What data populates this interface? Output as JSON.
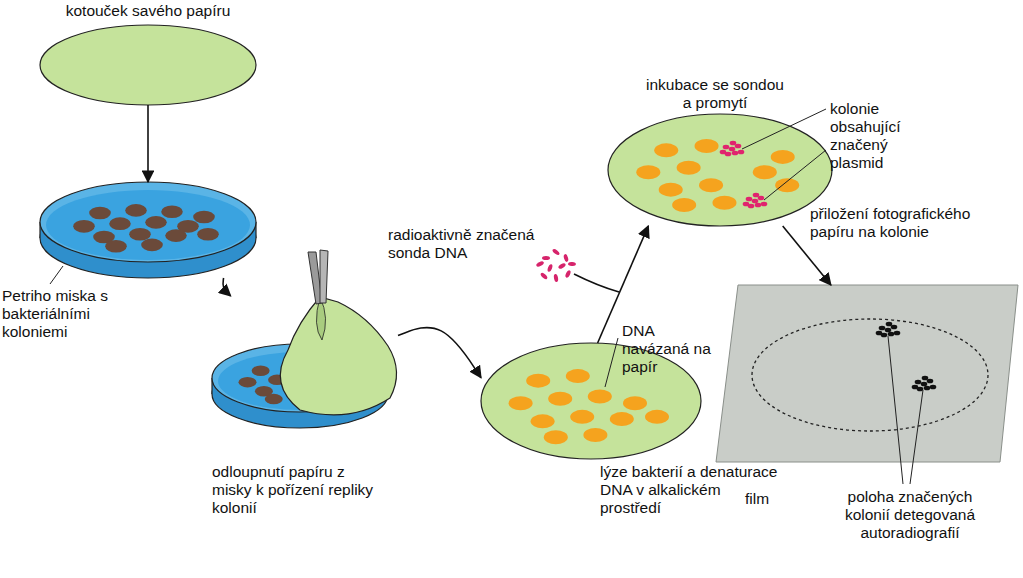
{
  "diagram": {
    "nodes": [
      {
        "text": [
          "kotouček savého papíru"
        ]
      },
      {
        "text": [
          "Petriho miska s bakteriálními koloniemi"
        ]
      },
      {
        "text": [
          "odloupnutí papíru z misky k pořízení repliky kolonií"
        ]
      },
      {
        "text": [
          "DNA navázaná na papír",
          "lýze bakterií a denaturace DNA v alkalickém prostředí"
        ]
      },
      {
        "text": [
          "inkubace se sondou a promytí",
          "kolonie obsahující značený plasmid",
          "přiložení fotografického papíru na kolonie"
        ]
      },
      {
        "text": [
          "film",
          "poloha značených kolonií detegovaná autoradiografií"
        ]
      }
    ],
    "edges": [
      {
        "from": 0,
        "to": 1,
        "arrow": "to"
      },
      {
        "from": 1,
        "to": 2,
        "arrow": "to"
      },
      {
        "from": 2,
        "to": 3,
        "arrow": "to"
      },
      {
        "from": 3,
        "to": 4,
        "arrow": "to"
      },
      {
        "from": 4,
        "to": 5,
        "arrow": "to"
      }
    ],
    "labels": [
      "radioaktivně značená sonda DNA"
    ]
  }
}
